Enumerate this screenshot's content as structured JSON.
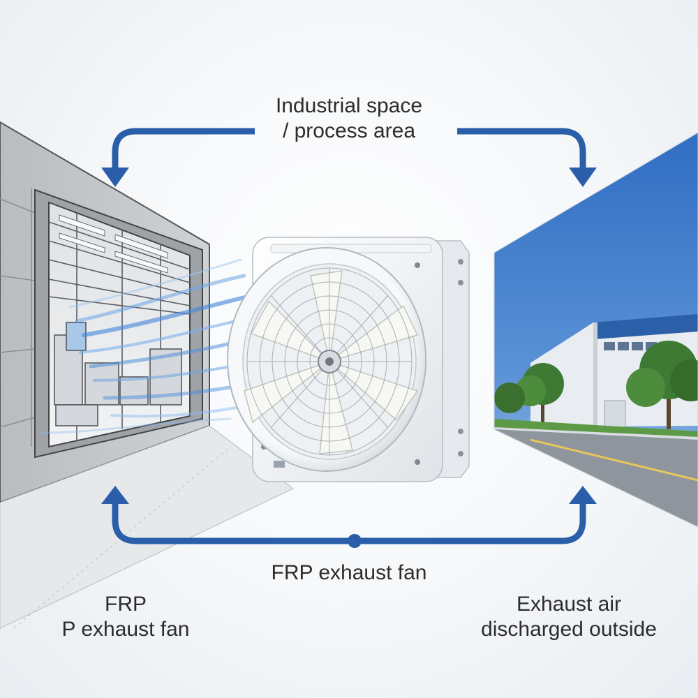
{
  "labels": {
    "top": [
      "Industrial space",
      "/ process area"
    ],
    "bottom_center": "FRP exhaust fan",
    "bottom_left": [
      "FRP",
      "P exhaust fan"
    ],
    "bottom_right": [
      "Exhaust air",
      "discharged outside"
    ]
  },
  "colors": {
    "arrow": "#2a5ea8",
    "airflow": "#4f8fd8",
    "sky": "#3e79c9",
    "fan_body": "#f4f6f7"
  },
  "icons": {
    "fan": "frp-exhaust-fan",
    "left_scene": "factory-interior-sketch",
    "right_scene": "outdoor-factory-photo"
  }
}
